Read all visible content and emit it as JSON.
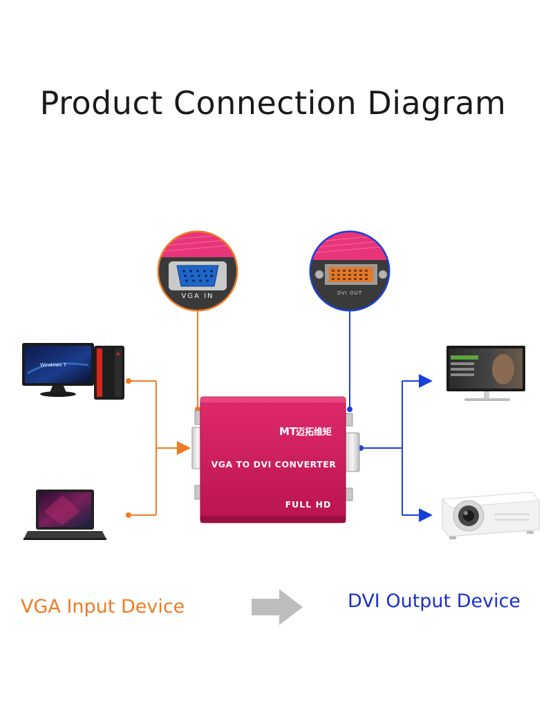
{
  "title": "Product Connection Diagram",
  "zoom_labels": {
    "vga_port": "VGA IN",
    "dvi_port": "DVI OUT"
  },
  "device": {
    "brand_glyph": "MT",
    "brand_name": "迈拓维矩",
    "model": "VGA TO DVI CONVERTER",
    "badge": "FULL HD"
  },
  "monitor_screen_text": "Windows 7",
  "captions": {
    "input": "VGA Input Device",
    "output": "DVI Output Device"
  },
  "colors": {
    "input_line": "#f07a22",
    "output_line": "#1a3fd6",
    "device_body": "#d41d5e",
    "arrow": "#bdbdbd"
  },
  "icons": [
    "desktop-pc-icon",
    "laptop-icon",
    "monitor-icon",
    "projector-icon",
    "right-arrow-icon"
  ]
}
